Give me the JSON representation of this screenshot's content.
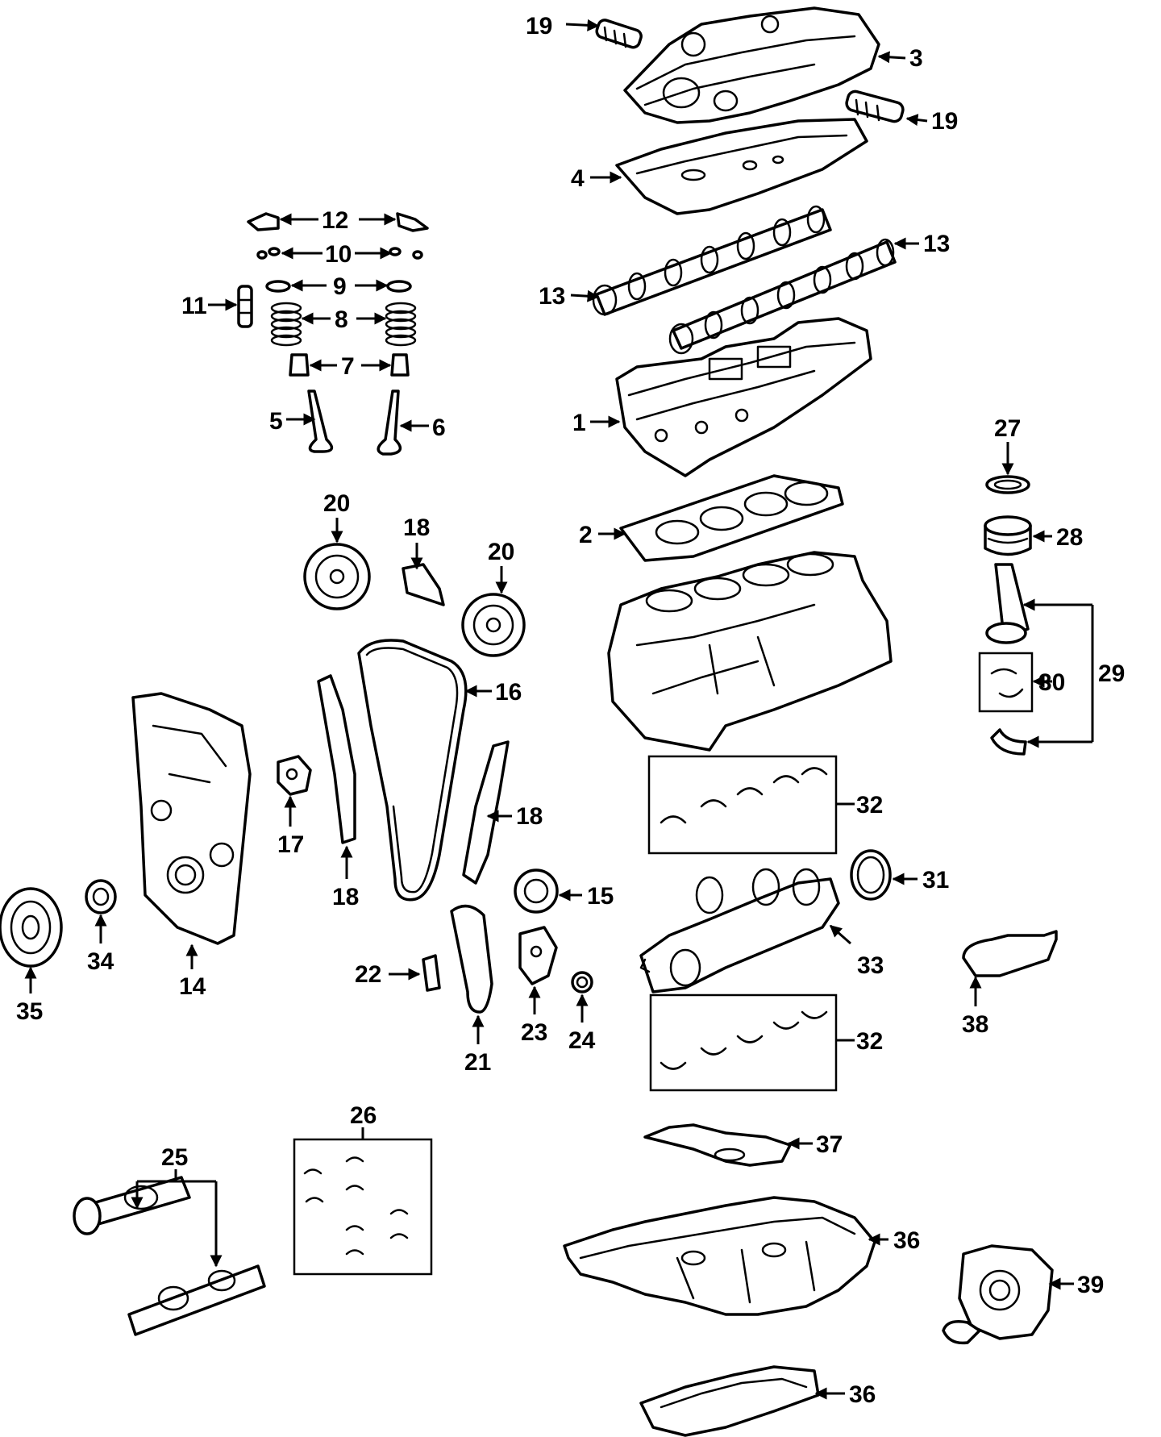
{
  "diagram": {
    "callouts": [
      "1",
      "2",
      "3",
      "4",
      "5",
      "6",
      "7",
      "8",
      "9",
      "10",
      "11",
      "12",
      "13",
      "13",
      "14",
      "15",
      "16",
      "17",
      "18",
      "18",
      "18",
      "19",
      "19",
      "20",
      "20",
      "21",
      "22",
      "23",
      "24",
      "25",
      "26",
      "27",
      "28",
      "29",
      "30",
      "31",
      "32",
      "32",
      "33",
      "34",
      "35",
      "36",
      "36",
      "37",
      "38",
      "39"
    ]
  }
}
